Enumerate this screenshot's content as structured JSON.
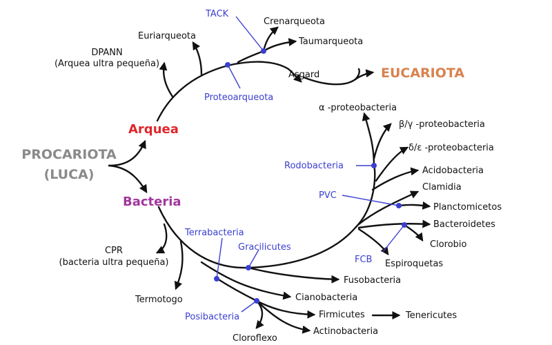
{
  "root": {
    "line1": "PROCARIOTA",
    "line2": "(LUCA)"
  },
  "domains": {
    "archaea": "Arquea",
    "bacteria": "Bacteria",
    "eukarya": "EUCARIOTA"
  },
  "archaea_taxa": {
    "dpann_line1": "DPANN",
    "dpann_line2": "(Arquea ultra pequeña)",
    "euryarchaeota": "Euriarqueota",
    "crenarchaeota": "Crenarqueota",
    "thaumarchaeota": "Taumarqueota",
    "asgard": "Asgard"
  },
  "archaea_groups": {
    "tack": "TACK",
    "proteoarchaeota": "Proteoarqueota"
  },
  "bacteria_taxa": {
    "alpha": "α -proteobacteria",
    "beta_gamma": "β/γ -proteobacteria",
    "delta_epsilon": "δ/ε -proteobacteria",
    "acidobacteria": "Acidobacteria",
    "chlamydia": "Clamidia",
    "planctomycetes": "Planctomicetos",
    "bacteroidetes": "Bacteroidetes",
    "chlorobi": "Clorobio",
    "spirochaetes": "Espiroquetas",
    "fusobacteria": "Fusobacteria",
    "cyanobacteria": "Cianobacteria",
    "firmicutes": "Firmicutes",
    "tenericutes": "Tenericutes",
    "actinobacteria": "Actinobacteria",
    "chloroflexi": "Cloroflexo",
    "thermotogae": "Termotogo",
    "cpr_line1": "CPR",
    "cpr_line2": "(bacteria ultra pequeña)"
  },
  "bacteria_groups": {
    "rhodobacteria": "Rodobacteria",
    "pvc": "PVC",
    "fcb": "FCB",
    "terrabacteria": "Terrabacteria",
    "gracilicutes": "Gracilicutes",
    "posibacteria": "Posibacteria"
  },
  "colors": {
    "root": "#8a8a8a",
    "archaea": "#e0262b",
    "bacteria": "#a0379e",
    "eukarya": "#d9824f",
    "group_labels": "#3a3fd0",
    "branches": "#111111"
  }
}
